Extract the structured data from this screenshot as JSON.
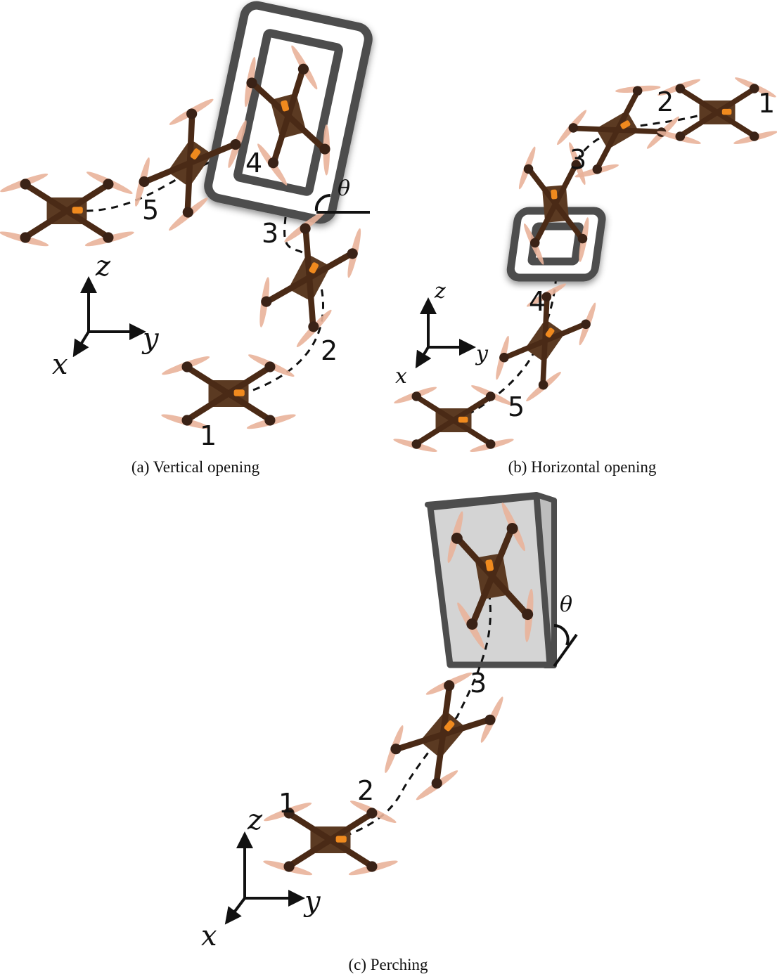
{
  "panels": {
    "a": {
      "caption": "(a)  Vertical opening",
      "labels": [
        "1",
        "2",
        "3",
        "4",
        "5"
      ],
      "angle": "θ"
    },
    "b": {
      "caption": "(b)  Horizontal opening",
      "labels": [
        "1",
        "2",
        "3",
        "4",
        "5"
      ]
    },
    "c": {
      "caption": "(c)  Perching",
      "labels": [
        "1",
        "2",
        "3"
      ],
      "angle": "θ"
    }
  },
  "axes": {
    "x": "x",
    "y": "y",
    "z": "z"
  },
  "colors": {
    "frame_stroke": "#4d4d4d",
    "wall_fill": "#d4d4d4",
    "drone_body": "#5b3a22",
    "propeller": "#e9b39a",
    "led": "#f08a1e"
  }
}
